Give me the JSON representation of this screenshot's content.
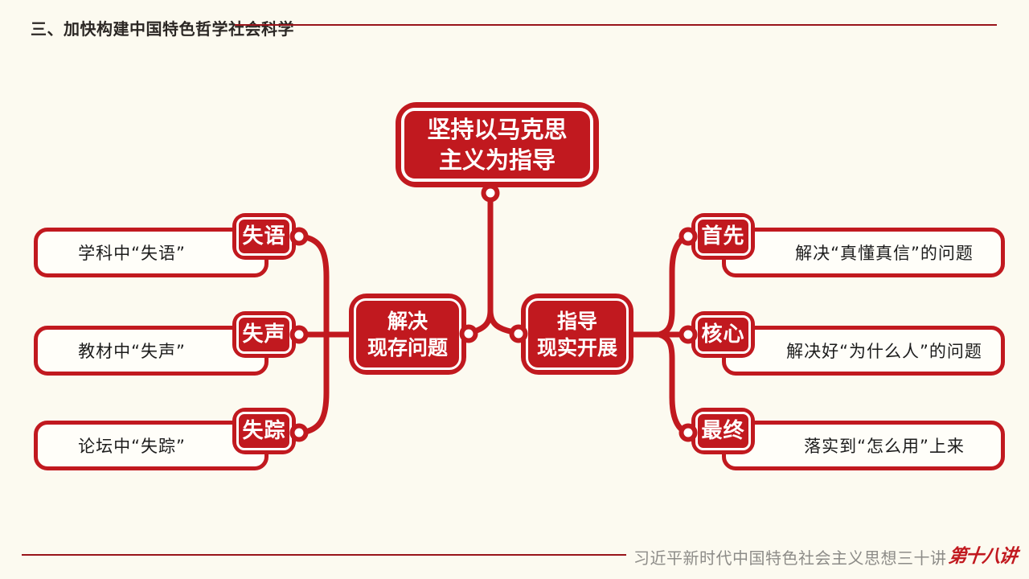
{
  "header": {
    "title": "三、加快构建中国特色哲学社会科学"
  },
  "diagram": {
    "root": {
      "line1": "坚持以马克思",
      "line2": "主义为指导"
    },
    "left_hub": {
      "line1": "解决",
      "line2": "现存问题"
    },
    "right_hub": {
      "line1": "指导",
      "line2": "现实开展"
    },
    "left_branches": [
      {
        "tag": "失语",
        "text": "学科中“失语”"
      },
      {
        "tag": "失声",
        "text": "教材中“失声”"
      },
      {
        "tag": "失踪",
        "text": "论坛中“失踪”"
      }
    ],
    "right_branches": [
      {
        "tag": "首先",
        "text": "解决“真懂真信”的问题"
      },
      {
        "tag": "核心",
        "text": "解决好“为什么人”的问题"
      },
      {
        "tag": "最终",
        "text": "落实到“怎么用”上来"
      }
    ]
  },
  "footer": {
    "series": "习近平新时代中国特色社会主义思想三十讲",
    "lecture": "第十八讲"
  },
  "colors": {
    "red": "#c1191f",
    "line_red": "#99141a",
    "background": "#fcfaf0",
    "text_dark": "#2b2724",
    "footer_gray": "#8d8c88",
    "box_fill": "#fffef9"
  }
}
